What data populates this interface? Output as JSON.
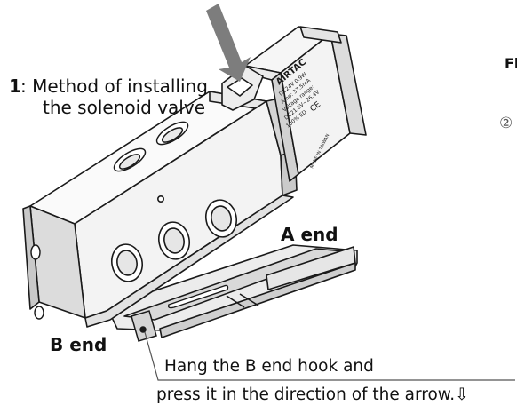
{
  "title": {
    "number": "1",
    "line1": ": Method of installing",
    "line2": "the solenoid valve"
  },
  "labels": {
    "a_end": "A end",
    "b_end": "B end"
  },
  "instruction": {
    "line1": "Hang the B end hook and",
    "line2": "press it in the direction of the arrow.⇩"
  },
  "cropped_right": {
    "fig": "Fi",
    "step": "②"
  },
  "coil": {
    "brand": "AIRTAC",
    "spec1": "DC24V 0.9W",
    "spec2": "Amp: 37.5mA",
    "spec3": "Voltage range:",
    "spec4": "DC21.6V~26.4V",
    "spec5": "100% ED",
    "ce": "CE",
    "made": "MADE IN TAIWAN"
  },
  "colors": {
    "arrow": "#7d7d7d",
    "body_front": "#f2f2f2",
    "body_top": "#fafafa",
    "body_side": "#dcdcdc",
    "stroke": "#1a1a1a"
  }
}
